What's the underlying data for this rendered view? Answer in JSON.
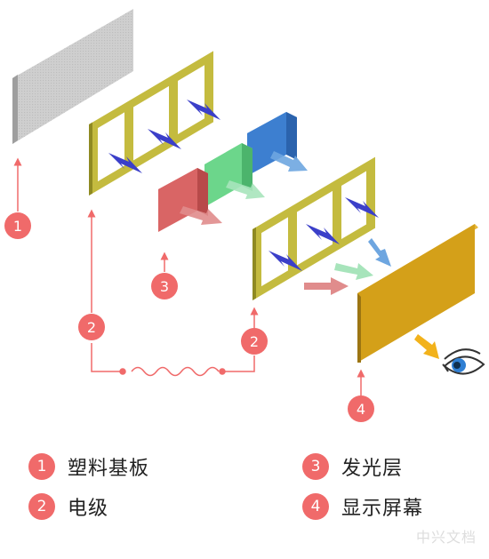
{
  "markers": [
    "1",
    "2",
    "2",
    "3",
    "4"
  ],
  "legend": [
    {
      "num": "1",
      "label": "塑料基板"
    },
    {
      "num": "2",
      "label": "电级"
    },
    {
      "num": "3",
      "label": "发光层"
    },
    {
      "num": "4",
      "label": "显示屏幕"
    }
  ],
  "watermark": "中兴文档",
  "colors": {
    "marker": "#f06a6a",
    "substrate": "#c9c9c9",
    "frame": "#c4bb3f",
    "emitter_red": "#d96565",
    "emitter_green": "#6cd68b",
    "emitter_blue": "#3d7fd0",
    "screen": "#d4a019",
    "lightning": "#3b3fc9"
  }
}
